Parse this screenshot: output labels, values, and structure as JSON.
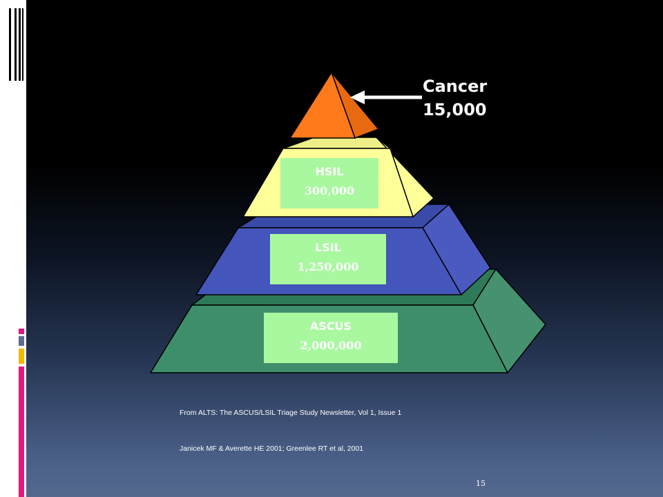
{
  "pyramid": {
    "apex": {
      "label": "Cancer",
      "value": "15,000"
    },
    "tiers": [
      {
        "label": "HSIL",
        "value": "300,000"
      },
      {
        "label": "LSIL",
        "value": "1,250,000"
      },
      {
        "label": "ASCUS",
        "value": "2,000,000"
      }
    ]
  },
  "references": [
    "From ALTS: The ASCUS/LSIL Triage Study Newsletter, Vol 1, Issue 1",
    "Janicek MF & Averette HE 2001; Greenlee RT et al, 2001"
  ],
  "page_number": "15",
  "colors": {
    "apex": "#ff7a1a",
    "hsil": "#ffff99",
    "lsil": "#4455bb",
    "ascus": "#3f8e6b",
    "label_box": "#a9f8a0",
    "accent_pink": "#e0197d",
    "accent_yellow": "#f2b800",
    "accent_gray": "#5a6d8f"
  }
}
